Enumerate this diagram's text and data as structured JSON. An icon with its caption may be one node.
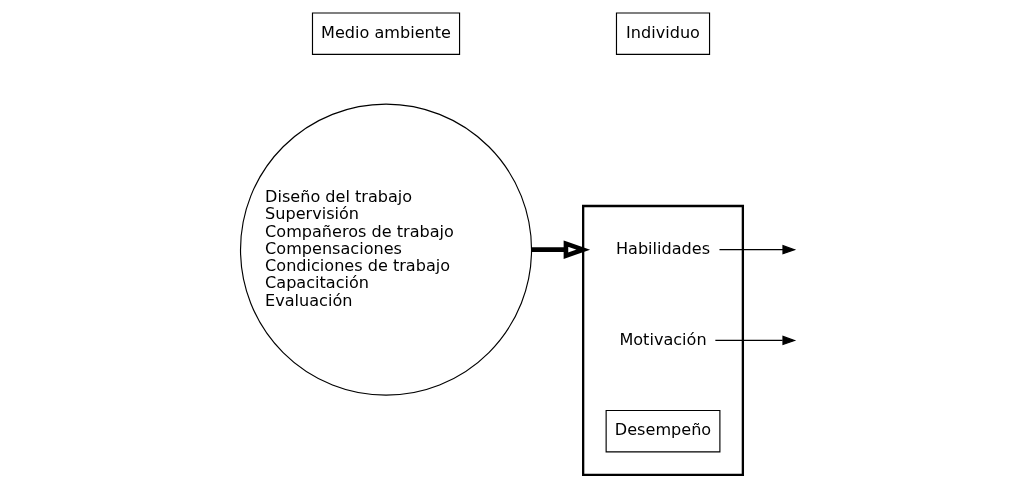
{
  "diagram": {
    "nodes": [
      {
        "text": [
          "Medio ambiente"
        ]
      },
      {
        "text": [
          "Individuo"
        ]
      },
      {
        "text": [
          "Diseño del trabajo",
          "Supervisión",
          "Compañeros de trabajo",
          "Compensaciones",
          "Condiciones de trabajo",
          "Capacitación",
          "Evaluación"
        ]
      },
      {
        "text": [],
        "shape": "triangle"
      },
      {
        "text": [
          "Habilidades"
        ],
        "in": 3
      },
      {
        "text": [
          "Motivación"
        ],
        "in": 3
      },
      {
        "text": [
          "Desempeño"
        ],
        "in": 3
      }
    ],
    "edges": [
      {
        "from": 2,
        "to": 3,
        "arrow": "to",
        "style": "thick"
      },
      {
        "from": 4,
        "to": null,
        "arrow": "to"
      },
      {
        "from": 5,
        "to": null,
        "arrow": "to"
      }
    ]
  }
}
